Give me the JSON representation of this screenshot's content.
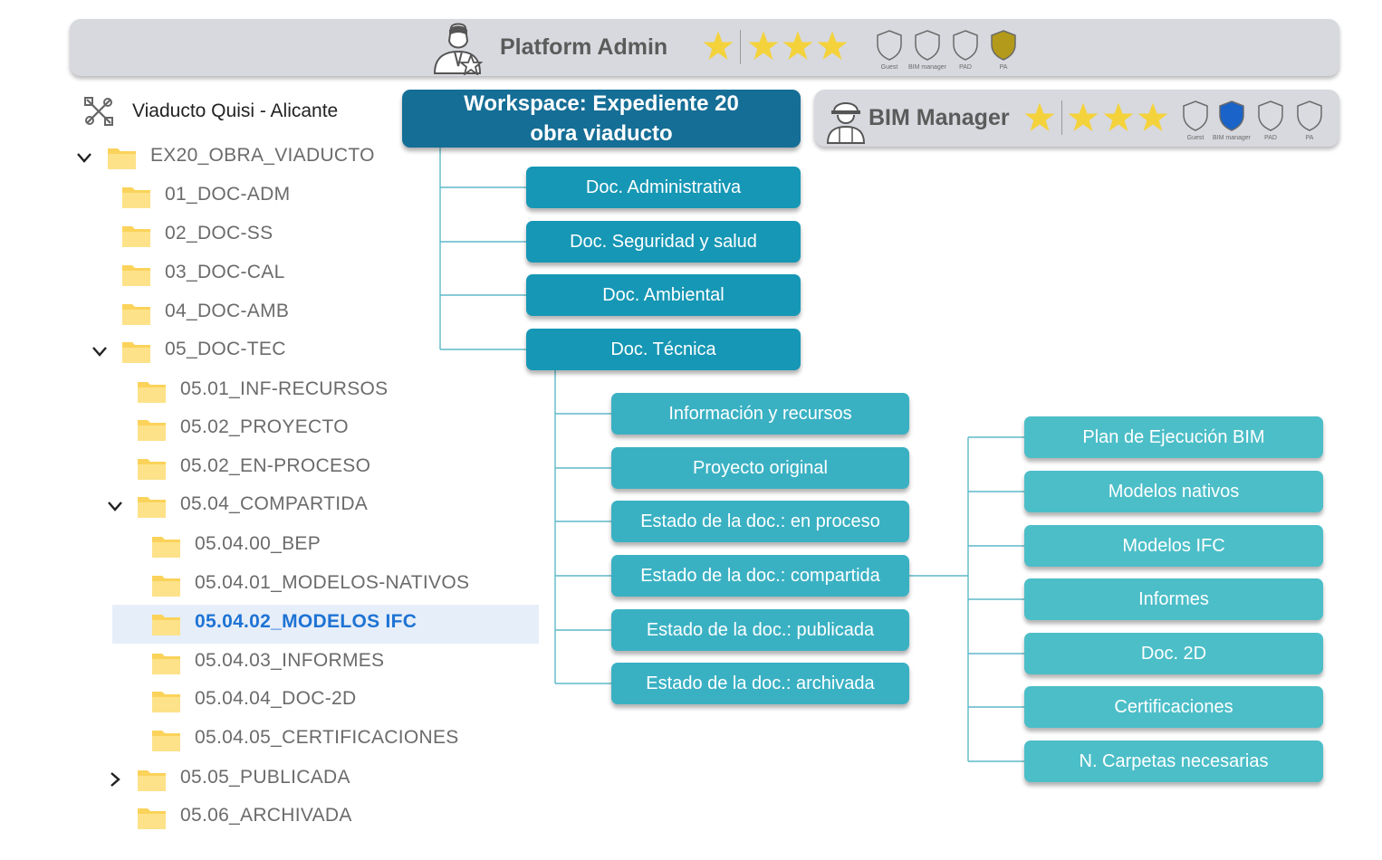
{
  "roles": {
    "platform_admin": {
      "title": "Platform Admin",
      "stars": 4,
      "shields": [
        {
          "label": "Guest",
          "color": "#d9dbe0"
        },
        {
          "label": "BIM manager",
          "color": "#d9dbe0"
        },
        {
          "label": "PAD",
          "color": "#d9dbe0"
        },
        {
          "label": "PA",
          "color": "#b39a1a"
        }
      ]
    },
    "bim_manager": {
      "title": "BIM Manager",
      "stars": 4,
      "shields": [
        {
          "label": "Guest",
          "color": "#d9dbe0"
        },
        {
          "label": "BIM manager",
          "color": "#1a63c8"
        },
        {
          "label": "PAD",
          "color": "#d9dbe0"
        },
        {
          "label": "PA",
          "color": "#d9dbe0"
        }
      ]
    }
  },
  "colors": {
    "star": "#f4d23c",
    "workspace": "#156e96",
    "level1": "#1697b5",
    "level2": "#3ab1c3",
    "level3": "#4cbec8",
    "connector": "#5fb9c8",
    "folder": "#fbd35a",
    "selected_text": "#1e73d4"
  },
  "tree": {
    "project": "Viaducto Quisi - Alicante",
    "items": [
      {
        "label": "EX20_OBRA_VIADUCTO",
        "expanded": true
      },
      {
        "label": "01_DOC-ADM"
      },
      {
        "label": "02_DOC-SS"
      },
      {
        "label": "03_DOC-CAL"
      },
      {
        "label": "04_DOC-AMB"
      },
      {
        "label": "05_DOC-TEC",
        "expanded": true
      },
      {
        "label": "05.01_INF-RECURSOS"
      },
      {
        "label": "05.02_PROYECTO"
      },
      {
        "label": "05.02_EN-PROCESO"
      },
      {
        "label": "05.04_COMPARTIDA",
        "expanded": true
      },
      {
        "label": "05.04.00_BEP"
      },
      {
        "label": "05.04.01_MODELOS-NATIVOS"
      },
      {
        "label": "05.04.02_MODELOS IFC",
        "selected": true
      },
      {
        "label": "05.04.03_INFORMES"
      },
      {
        "label": "05.04.04_DOC-2D"
      },
      {
        "label": "05.04.05_CERTIFICACIONES"
      },
      {
        "label": "05.05_PUBLICADA",
        "expanded": false
      },
      {
        "label": "05.06_ARCHIVADA"
      }
    ]
  },
  "diagram": {
    "workspace": {
      "line1": "Workspace: Expediente 20",
      "line2": "obra  viaducto"
    },
    "level1": [
      "Doc. Administrativa",
      "Doc. Seguridad y salud",
      "Doc. Ambiental",
      "Doc. Técnica"
    ],
    "level2": [
      "Información y recursos",
      "Proyecto original",
      "Estado de la doc.: en proceso",
      "Estado de la doc.: compartida",
      "Estado de la doc.: publicada",
      "Estado de la doc.: archivada"
    ],
    "level3": [
      "Plan de Ejecución BIM",
      "Modelos nativos",
      "Modelos IFC",
      "Informes",
      "Doc. 2D",
      "Certificaciones",
      "N. Carpetas necesarias"
    ]
  }
}
